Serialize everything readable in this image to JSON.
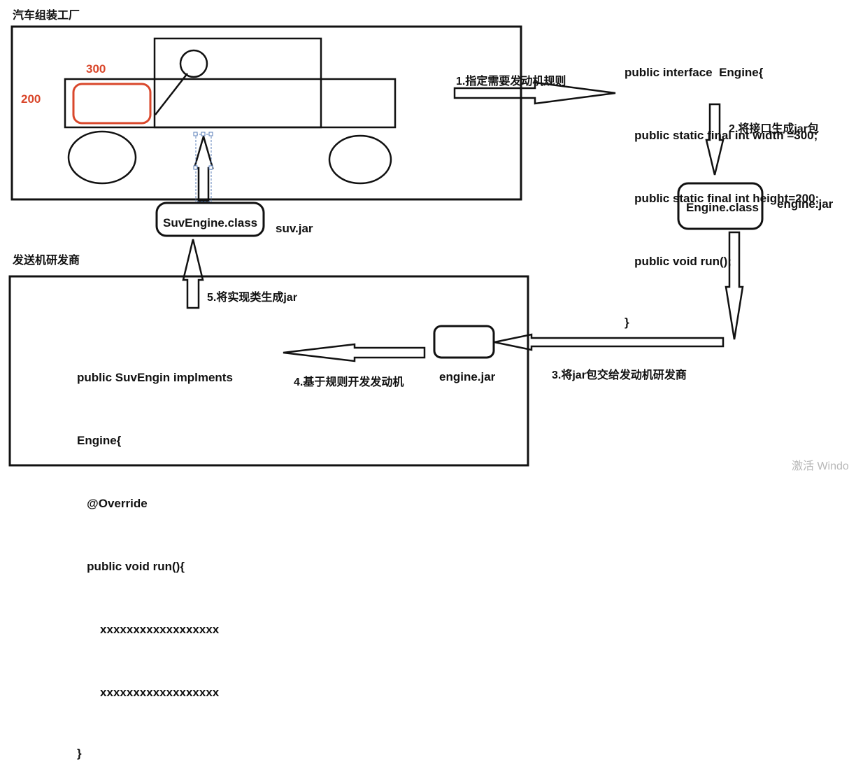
{
  "factory": {
    "title": "汽车组装工厂",
    "width_label": "300",
    "height_label": "200"
  },
  "engine_interface": {
    "lines": [
      "public interface  Engine{",
      "   public static final int width =300;",
      "   public static final int height=200;",
      "   public void run();",
      "}"
    ]
  },
  "steps": {
    "step1": "1.指定需要发动机规则",
    "step2": "2.将接口生成jar包",
    "step3": "3.将jar包交给发动机研发商",
    "step4": "4.基于规则开发发动机",
    "step5": "5.将实现类生成jar"
  },
  "nodes": {
    "engine_class": "Engine.class",
    "engine_jar_right": "engine.jar",
    "engine_jar_mid": "engine.jar",
    "suv_class": "SuvEngine.class",
    "suv_jar": "suv.jar"
  },
  "vendor": {
    "title": "发送机研发商",
    "code_lines": [
      "public SuvEngin implments",
      "Engine{",
      "   @Override",
      "   public void run(){",
      "       xxxxxxxxxxxxxxxxxx",
      "       xxxxxxxxxxxxxxxxxx",
      "}"
    ]
  },
  "watermark": "激活 Windo",
  "colors": {
    "accent_red": "#d9472b",
    "stroke": "#111111"
  }
}
